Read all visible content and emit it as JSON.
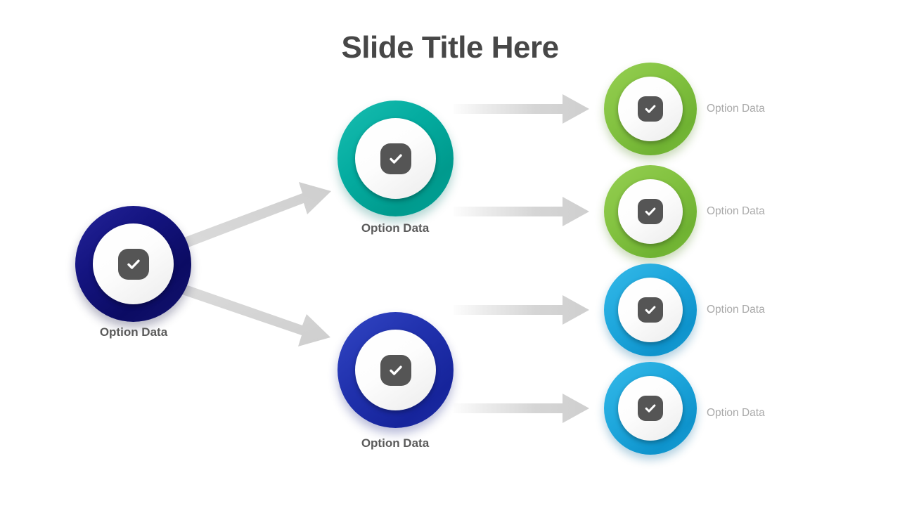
{
  "slide": {
    "title": "Slide Title Here",
    "background_color": "#ffffff"
  },
  "icons": {
    "check": "check-circle-icon",
    "arrow": "arrow-right-icon"
  },
  "colors": {
    "title_text": "#474747",
    "node_label_text": "#5a5a5a",
    "leaf_label_text": "#a9a9a9",
    "check_icon_bg": "#555555",
    "check_icon_mark": "#ffffff",
    "arrow": "#d4d4d4",
    "root_navy": "#13136f",
    "branch_teal": "#00a197",
    "branch_blue": "#1c2ca5",
    "leaf_green": "#7dbe3c",
    "leaf_cyan": "#1aa0d6"
  },
  "nodes": {
    "root": {
      "label": "Option Data",
      "color_name": "navy"
    },
    "branches": [
      {
        "label": "Option Data",
        "color_name": "teal"
      },
      {
        "label": "Option Data",
        "color_name": "blue"
      }
    ],
    "leaves": [
      {
        "label": "Option Data",
        "color_name": "green"
      },
      {
        "label": "Option Data",
        "color_name": "green"
      },
      {
        "label": "Option Data",
        "color_name": "cyan"
      },
      {
        "label": "Option Data",
        "color_name": "cyan"
      }
    ]
  }
}
